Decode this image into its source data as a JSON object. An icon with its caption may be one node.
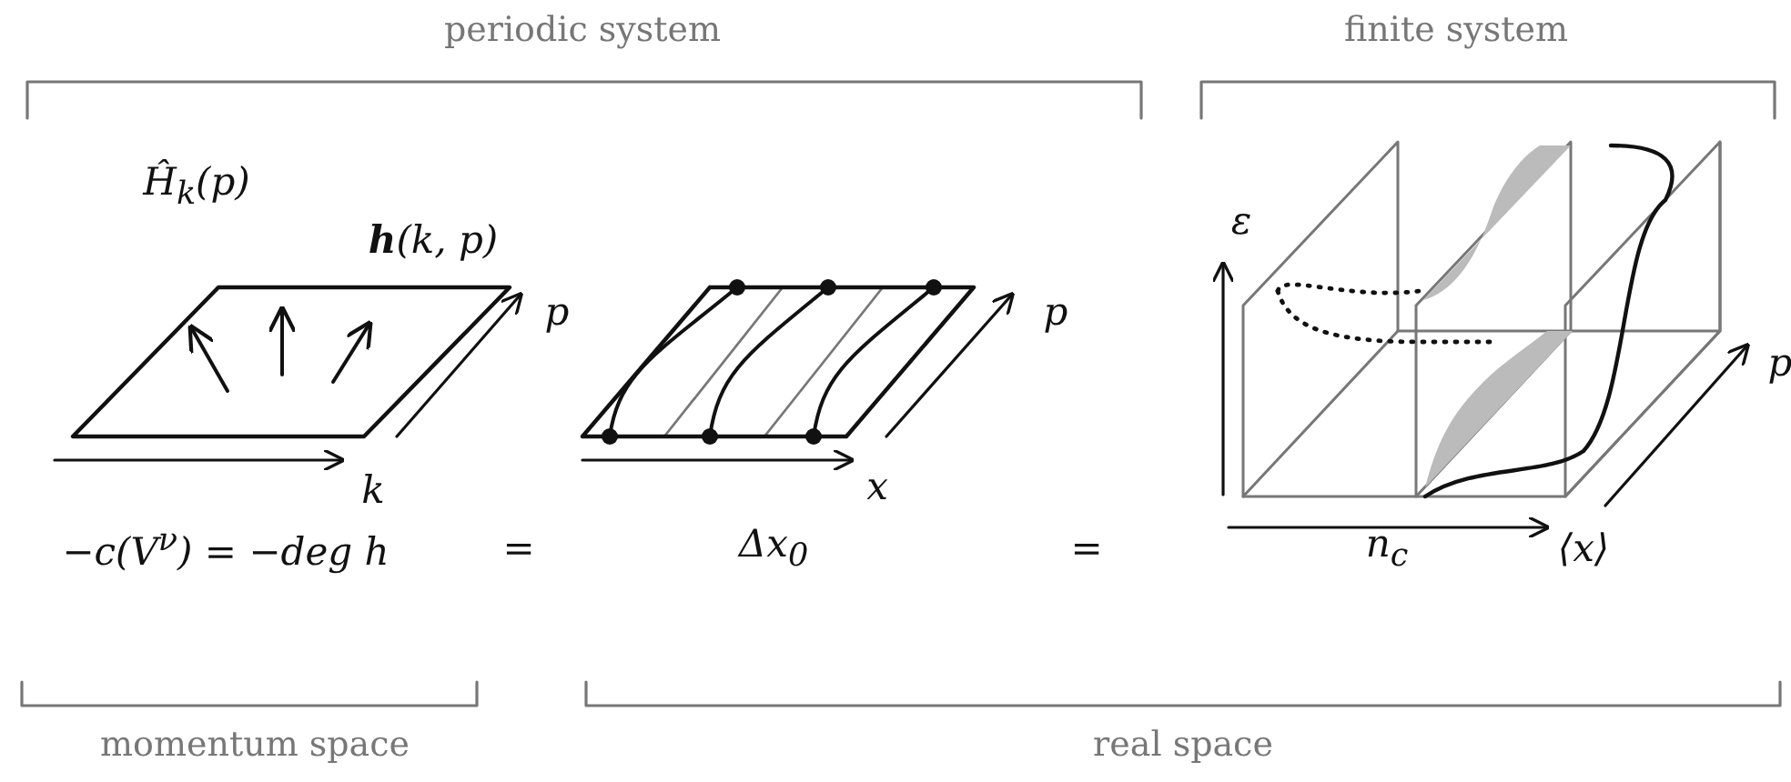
{
  "diagram": {
    "labels": [
      "periodic system",
      "finite system",
      "Ĥ$_{k}$(p)",
      "**h**(k, p)",
      "p",
      "k",
      "p",
      "x",
      "ε",
      "p",
      "⟨x⟩",
      "−c(V$^{ν}$) = −deg h",
      "=",
      "Δx$_{0}$",
      "=",
      "n$_{c}$",
      "momentum space",
      "real space"
    ]
  }
}
